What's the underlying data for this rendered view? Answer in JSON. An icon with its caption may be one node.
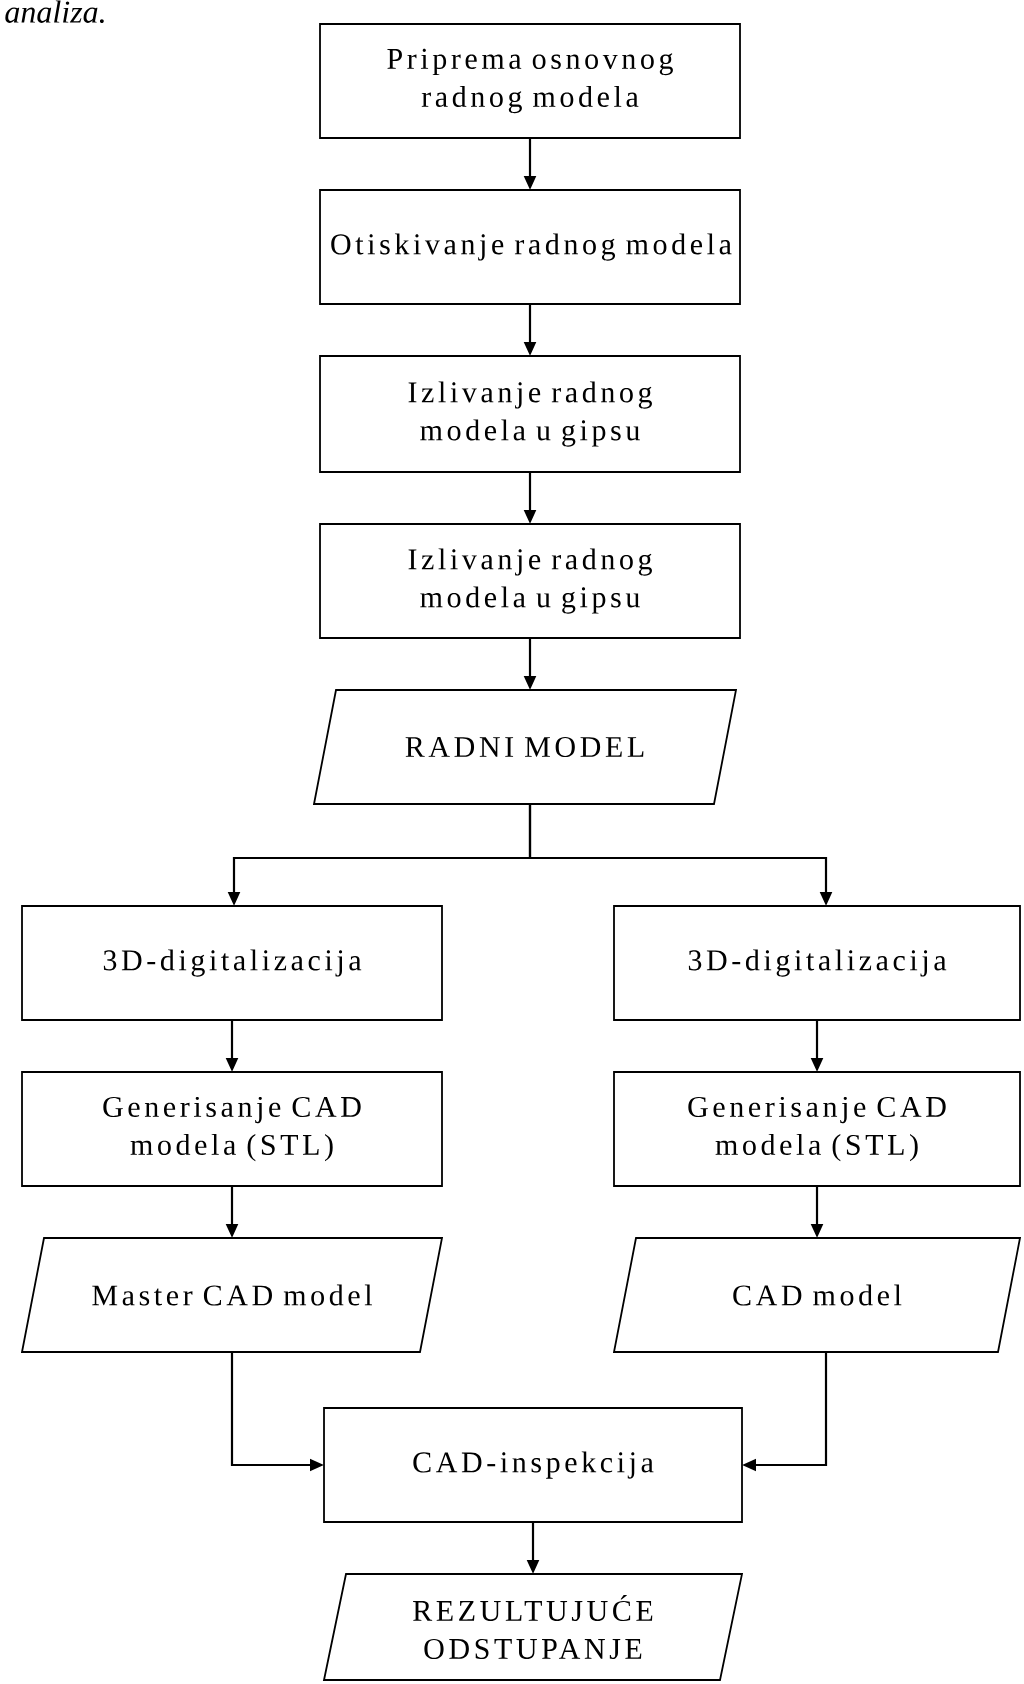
{
  "diagram": {
    "nodes": [
      {
        "text": [
          "Priprema osnovnog radnog modela"
        ]
      },
      {
        "text": [
          "Otiskivanje radnog modela"
        ]
      },
      {
        "text": [
          "Izlivanje radnog modela u gipsu"
        ]
      },
      {
        "text": [
          "Izlivanje radnog modela u gipsu"
        ]
      },
      {
        "text": [
          "RADNI MODEL"
        ]
      },
      {
        "text": [
          "3D-digitalizacija"
        ]
      },
      {
        "text": [
          "3D-digitalizacija"
        ]
      },
      {
        "text": [
          "Generisanje CAD modela (STL)"
        ]
      },
      {
        "text": [
          "Generisanje CAD modela (STL)"
        ]
      },
      {
        "text": [
          "Master CAD model"
        ]
      },
      {
        "text": [
          "CAD model"
        ]
      },
      {
        "text": [
          "CAD-inspekcija"
        ]
      },
      {
        "text": [
          "REZULTUJUĆE ODSTUPANJE"
        ]
      }
    ],
    "edges": [
      {
        "from": 0,
        "to": 1,
        "arrow": "to"
      },
      {
        "from": 1,
        "to": 2,
        "arrow": "to"
      },
      {
        "from": 2,
        "to": 3,
        "arrow": "to"
      },
      {
        "from": 3,
        "to": 4,
        "arrow": "to"
      },
      {
        "from": 4,
        "to": 5,
        "arrow": "to"
      },
      {
        "from": 4,
        "to": 6,
        "arrow": "to"
      },
      {
        "from": 5,
        "to": 7,
        "arrow": "to"
      },
      {
        "from": 6,
        "to": 8,
        "arrow": "to"
      },
      {
        "from": 7,
        "to": 9,
        "arrow": "to"
      },
      {
        "from": 8,
        "to": 10,
        "arrow": "to"
      },
      {
        "from": 9,
        "to": 11,
        "arrow": "to"
      },
      {
        "from": 10,
        "to": 11,
        "arrow": "to"
      },
      {
        "from": 11,
        "to": 12,
        "arrow": "to"
      }
    ],
    "labels": [
      "analiza."
    ]
  }
}
